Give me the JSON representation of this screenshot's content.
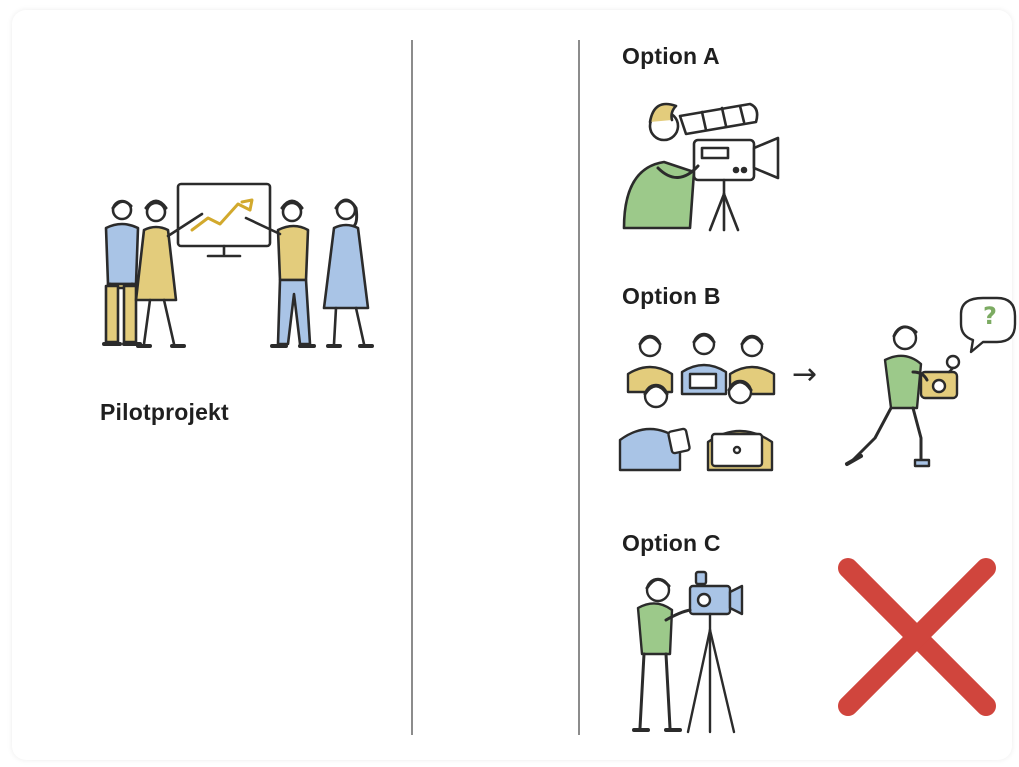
{
  "left": {
    "label": "Pilotprojekt"
  },
  "options": [
    {
      "label": "Option A"
    },
    {
      "label": "Option B"
    },
    {
      "label": "Option C"
    }
  ],
  "option_b": {
    "arrow_glyph": "→",
    "question_glyph": "?"
  },
  "colors": {
    "blue": "#a9c4e6",
    "yellow": "#e3cc7c",
    "green": "#9cc98a",
    "skin": "#ffffff",
    "outline": "#2b2b2b",
    "divider": "#8c8c8c",
    "reject": "#d0453d"
  },
  "icons": {
    "team": "team-presentation-icon",
    "cameraman": "cameraman-icon",
    "crowd": "crowd-recording-icon",
    "confused": "confused-camera-operator-icon",
    "tripod": "tripod-camera-operator-icon",
    "reject": "red-x-icon"
  }
}
